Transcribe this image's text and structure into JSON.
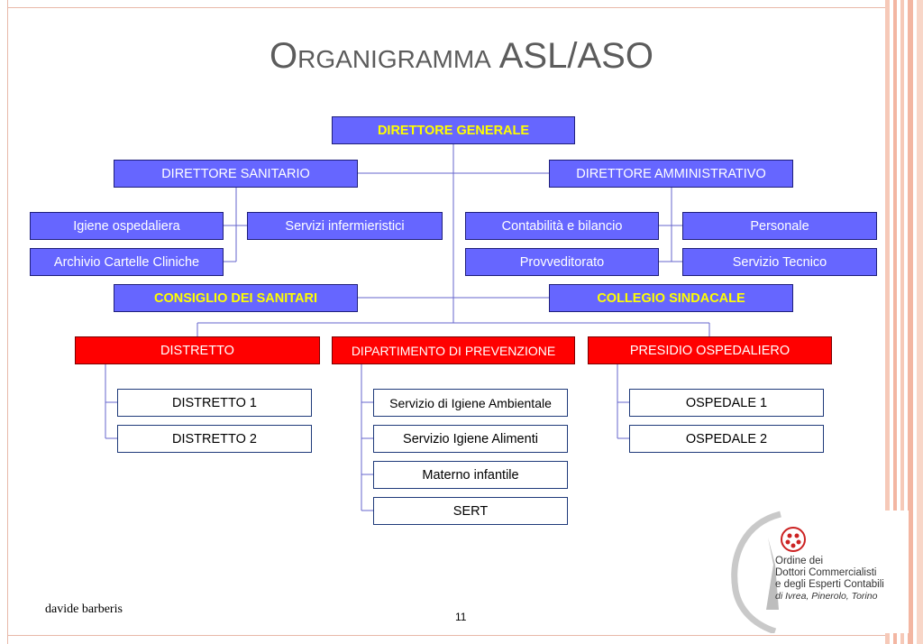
{
  "title": "Organigramma ASL/ASO",
  "top": {
    "direttore_generale": "DIRETTORE GENERALE"
  },
  "level2": {
    "direttore_sanitario": "DIRETTORE SANITARIO",
    "direttore_amministrativo": "DIRETTORE AMMINISTRATIVO"
  },
  "sanitario_units": [
    "Igiene ospedaliera",
    "Servizi infermieristici",
    "Archivio Cartelle Cliniche"
  ],
  "amministrativo_units": [
    "Contabilità e bilancio",
    "Personale",
    "Provveditorato",
    "Servizio Tecnico"
  ],
  "bodies": {
    "consiglio": "CONSIGLIO DEI SANITARI",
    "collegio": "COLLEGIO SINDACALE"
  },
  "departments": [
    "DISTRETTO",
    "DIPARTIMENTO DI PREVENZIONE",
    "PRESIDIO OSPEDALIERO"
  ],
  "distretto_items": [
    "DISTRETTO 1",
    "DISTRETTO 2"
  ],
  "prevenzione_items": [
    "Servizio di Igiene Ambientale",
    "Servizio Igiene Alimenti",
    "Materno infantile",
    "SERT"
  ],
  "presidio_items": [
    "OSPEDALE 1",
    "OSPEDALE 2"
  ],
  "footer": {
    "author": "davide barberis",
    "page": "11"
  },
  "logo": {
    "lines": [
      "Ordine dei",
      "Dottori Commercialisti",
      "e degli Esperti Contabili"
    ],
    "sub": "di Ivrea, Pinerolo, Torino"
  },
  "colors": {
    "blue_box": "#6666ff",
    "red_box": "#ff0000",
    "title": "#5c5c5c",
    "connector": "#6666cc"
  }
}
